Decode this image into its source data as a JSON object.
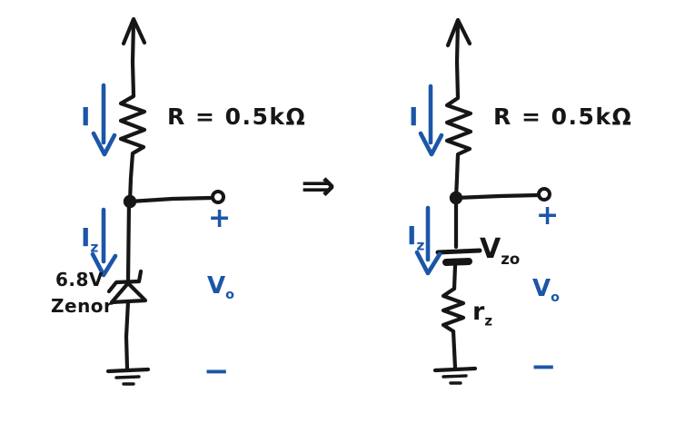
{
  "colors": {
    "ink": "#161616",
    "accent_blue": "#1b56a8",
    "background": "#ffffff"
  },
  "implies_symbol": "⇒",
  "left_circuit": {
    "resistor_label": "R = 0.5kΩ",
    "current_label": "I",
    "zener_current_label": {
      "main": "I",
      "sub": "z"
    },
    "zener_value": "6.8V",
    "zener_name": "Zenor",
    "plus_sign": "+",
    "output_voltage_label": {
      "main": "V",
      "sub": "o"
    },
    "minus_sign": "−"
  },
  "right_circuit": {
    "resistor_label": "R = 0.5kΩ",
    "current_label": "I",
    "zener_current_label": {
      "main": "I",
      "sub": "z"
    },
    "source_label": {
      "main": "V",
      "sub": "zo"
    },
    "dynamic_resistance_label": {
      "main": "r",
      "sub": "z"
    },
    "plus_sign": "+",
    "output_voltage_label": {
      "main": "V",
      "sub": "o"
    },
    "minus_sign": "−"
  }
}
